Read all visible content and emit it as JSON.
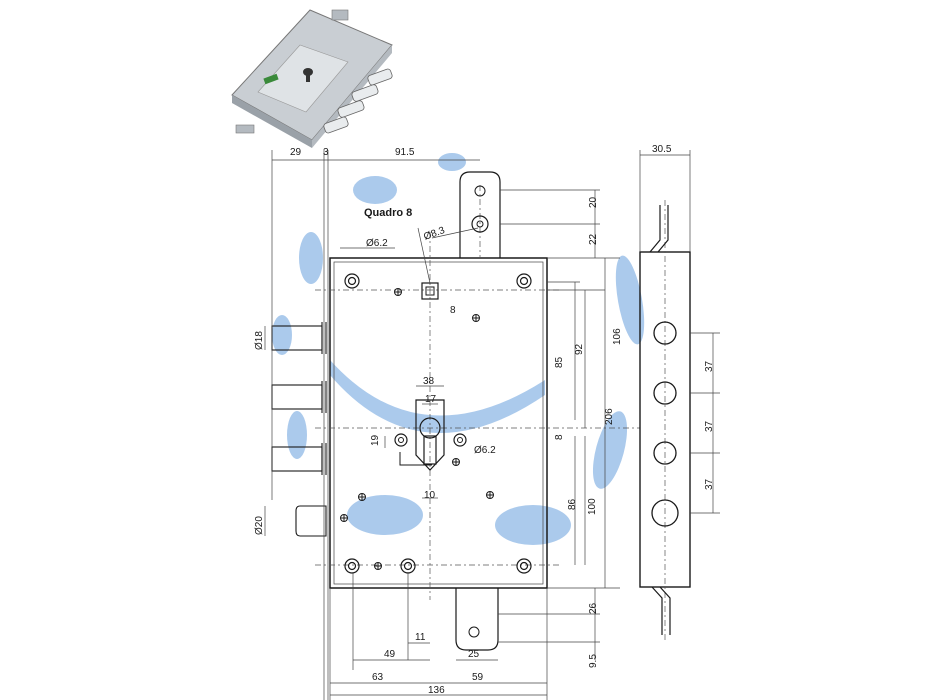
{
  "labels": {
    "spindle": "Quadro 8"
  },
  "dimensions": {
    "d29": "29",
    "d3": "3",
    "d91_5": "91.5",
    "d30_5": "30.5",
    "d20_top": "20",
    "d22": "22",
    "d8_3": "Ø8.3",
    "d6_2_top": "Ø6.2",
    "d8_sq": "8",
    "d106": "106",
    "d92": "92",
    "d85": "85",
    "d38": "38",
    "d17": "17",
    "d19": "19",
    "d8_mid": "8",
    "d6_2_mid": "Ø6.2",
    "d206": "206",
    "d86": "86",
    "d100": "100",
    "d10": "10",
    "d18": "Ø18",
    "d20_bolt": "Ø20",
    "d37_a": "37",
    "d37_b": "37",
    "d37_c": "37",
    "d26": "26",
    "d9_5": "9.5",
    "d11": "11",
    "d49": "49",
    "d25": "25",
    "d63": "63",
    "d59": "59",
    "d136": "136"
  },
  "colors": {
    "line": "#1a1a1a",
    "watermark": "#8fb8e6",
    "case": "#c9ced3"
  }
}
